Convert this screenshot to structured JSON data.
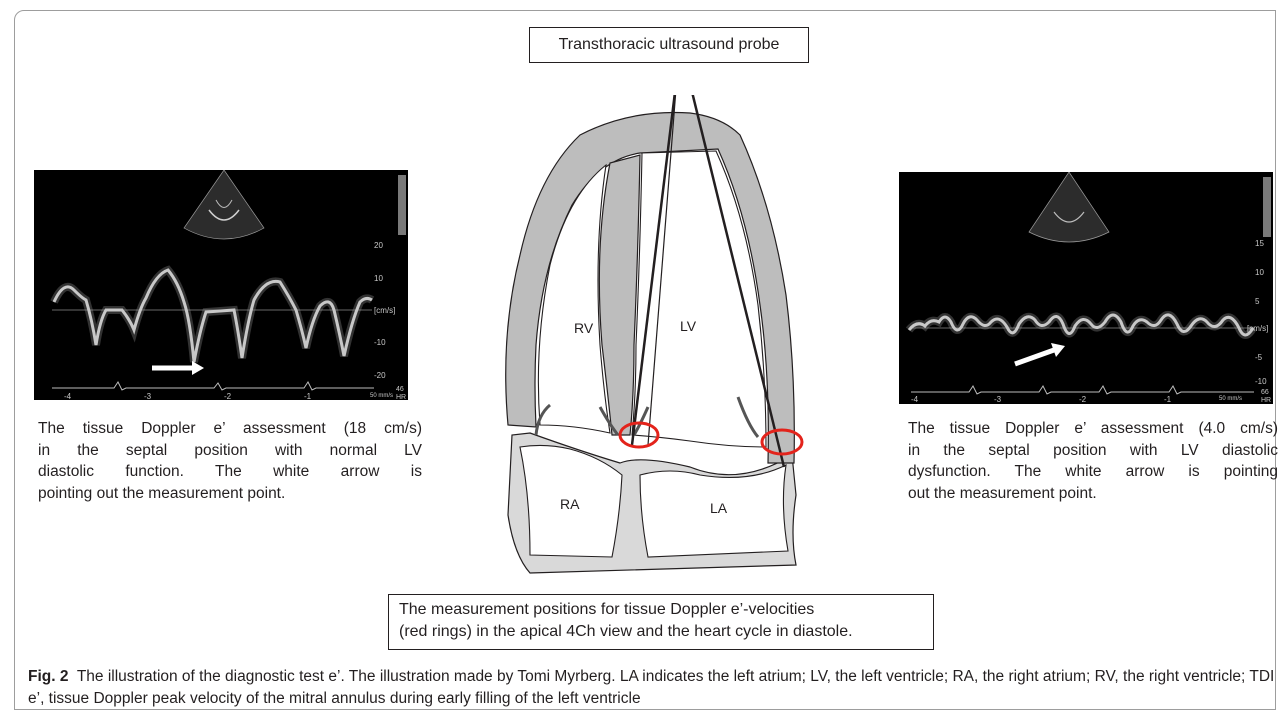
{
  "probe_label": "Transthoracic ultrasound probe",
  "heart_labels": {
    "rv": "RV",
    "lv": "LV",
    "ra": "RA",
    "la": "LA"
  },
  "measurement_box": {
    "line1": "The measurement positions for tissue Doppler e’-velocities",
    "line2": "(red rings) in the apical 4Ch view and the heart cycle in diastole."
  },
  "left_panel": {
    "lines": [
      "The tissue Doppler e’ assessment (18 cm/s)",
      "in the septal position with normal LV",
      "diastolic function. The white arrow is",
      "pointing out the measurement point."
    ],
    "y_ticks": [
      "20",
      "10",
      "[cm/s]",
      "-10",
      "-20"
    ],
    "x_ticks": [
      "-4",
      "-3",
      "-2",
      "-1"
    ],
    "hr_value": "46",
    "hr_label": "HR",
    "speed": "50 mm/s"
  },
  "right_panel": {
    "lines": [
      "The tissue Doppler e’ assessment (4.0 cm/s)",
      "in the septal position with LV diastolic",
      "dysfunction. The white arrow is pointing",
      "out the measurement point."
    ],
    "y_ticks": [
      "15",
      "10",
      "5",
      "[cm/s]",
      "-5",
      "-10"
    ],
    "x_ticks": [
      "-4",
      "-3",
      "-2",
      "-1"
    ],
    "hr_value": "66",
    "hr_label": "HR",
    "speed": "50 mm/s"
  },
  "caption": {
    "label": "Fig. 2",
    "text": "The illustration of the diagnostic test e’. The illustration made by Tomi Myrberg. LA indicates the left atrium; LV, the left ventricle; RA, the right atrium; RV, the right ventricle; TDI e’, tissue Doppler peak velocity of the mitral annulus during early filling of the left ventricle"
  },
  "colors": {
    "wall": "#bdbdbd",
    "atrium_wall": "#d9d9d9",
    "ring": "#e3231b",
    "outline": "#231f20"
  }
}
